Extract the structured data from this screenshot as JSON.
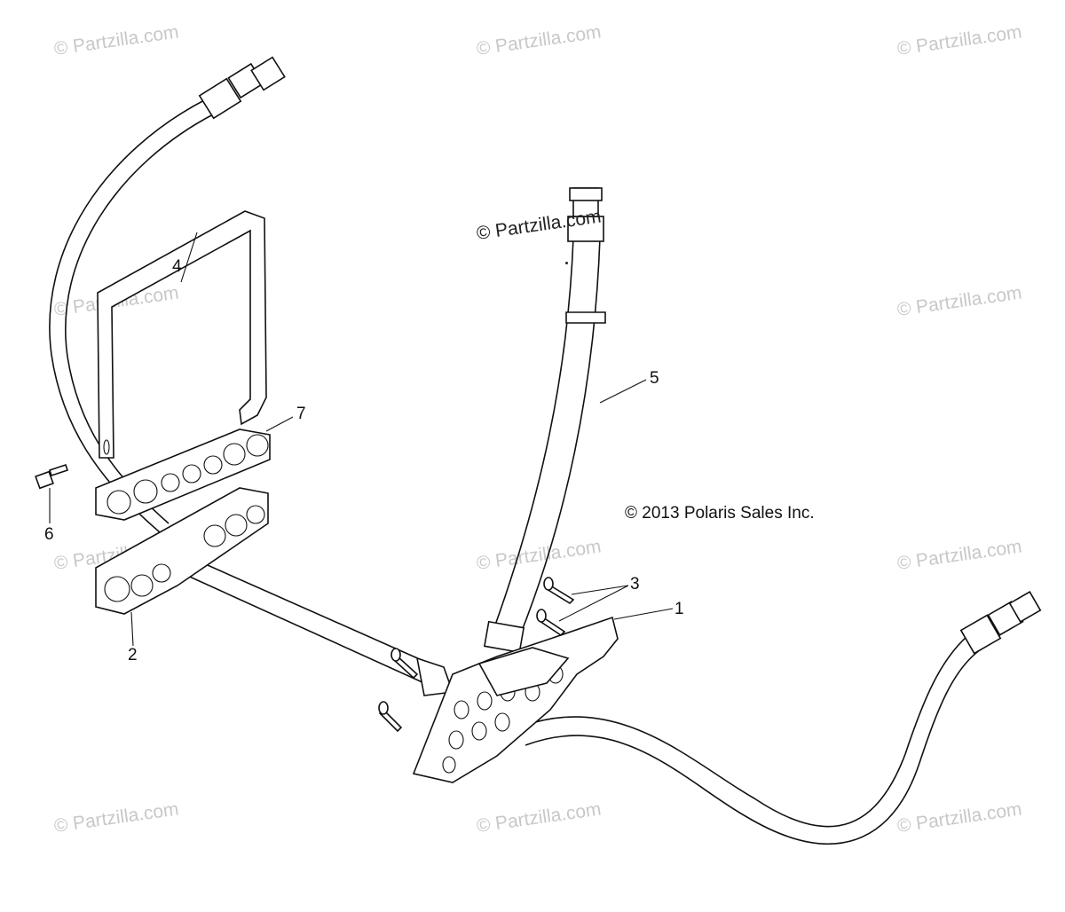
{
  "copyright": "© 2013 Polaris Sales Inc.",
  "watermark_text": "© Partzilla.com",
  "callouts": [
    "1",
    "2",
    "3",
    "4",
    "5",
    "6",
    "7"
  ],
  "colors": {
    "line": "#111111",
    "watermark": "#c8c8c8",
    "background": "#ffffff"
  }
}
